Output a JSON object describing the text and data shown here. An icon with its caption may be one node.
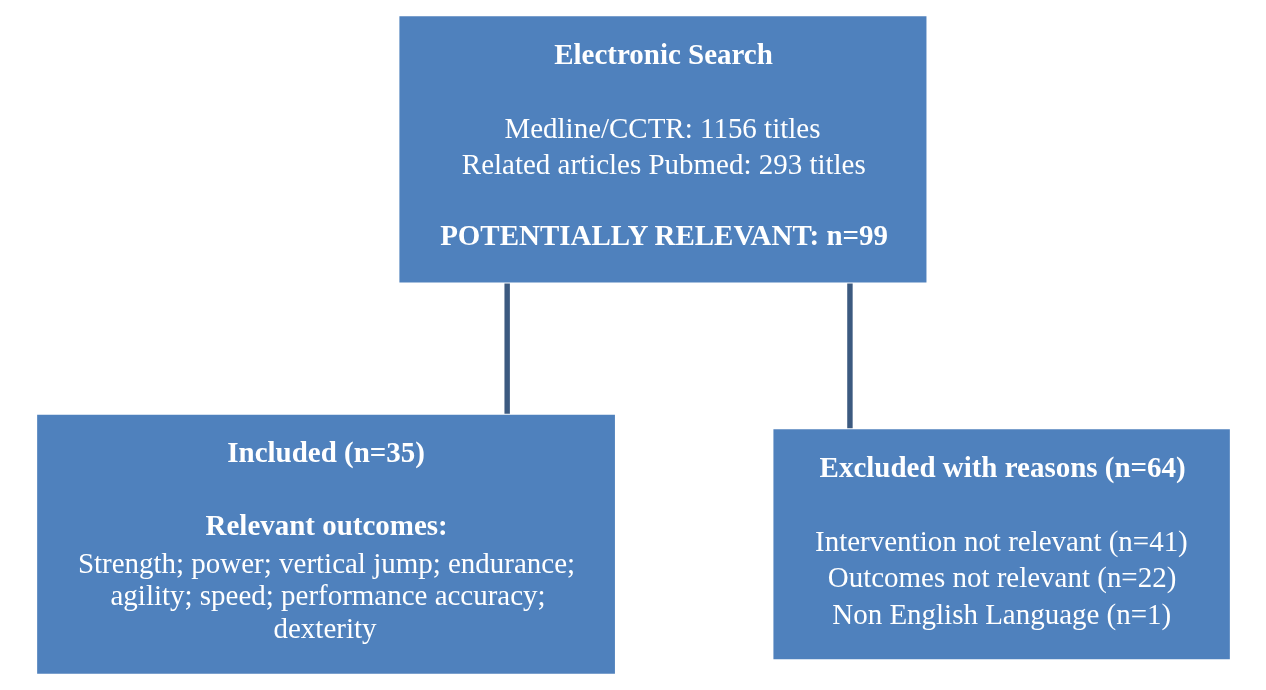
{
  "diagram": {
    "nodes": [
      {
        "text": [
          "Electronic Search",
          "Medline/CCTR: 1156 titles",
          "Related articles Pubmed: 293 titles",
          "POTENTIALLY RELEVANT: n=99"
        ]
      },
      {
        "text": [
          "Included (n=35)",
          "Relevant outcomes:",
          "Strength; power; vertical jump; endurance; agility; speed; performance accuracy; dexterity"
        ]
      },
      {
        "text": [
          "Excluded with reasons (n=64)",
          "Intervention not relevant (n=41)",
          "Outcomes not relevant (n=22)",
          "Non English Language (n=1)"
        ]
      }
    ],
    "edges": [
      {
        "from": 0,
        "to": 1,
        "arrow": "none"
      },
      {
        "from": 0,
        "to": 2,
        "arrow": "none"
      }
    ]
  }
}
